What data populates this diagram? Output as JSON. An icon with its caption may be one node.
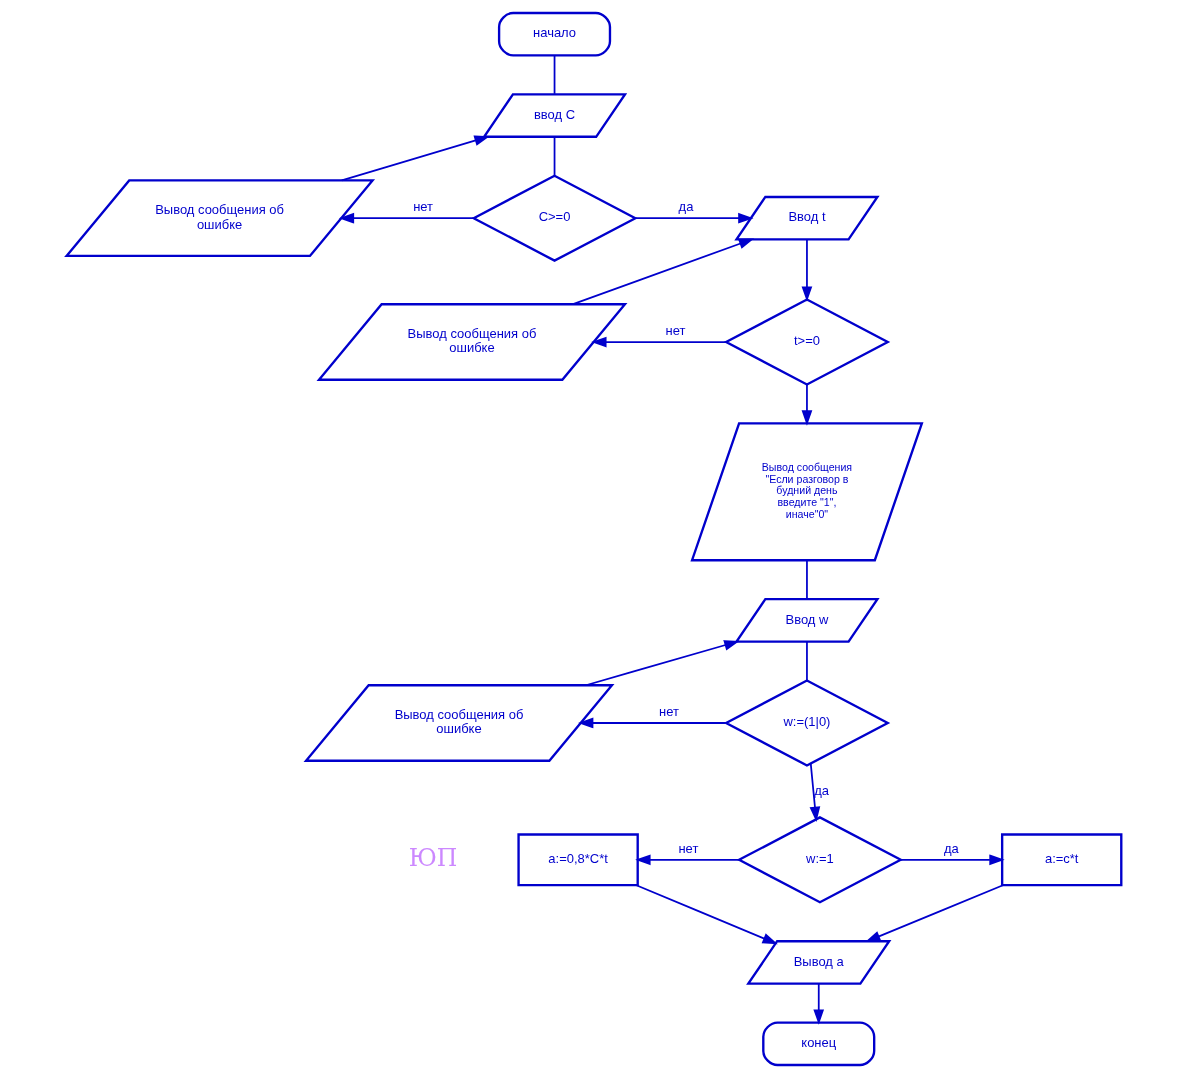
{
  "diagram": {
    "nodes": [
      {
        "text": [
          "начало"
        ]
      },
      {
        "text": [
          "ввод C"
        ]
      },
      {
        "text": [
          "C>=0"
        ]
      },
      {
        "text": [
          "Вывод сообщения об ошибке"
        ]
      },
      {
        "text": [
          "Ввод t"
        ]
      },
      {
        "text": [
          "Вывод сообщения об ошибке"
        ]
      },
      {
        "text": [
          "t>=0"
        ]
      },
      {
        "text": [
          "Вывод сообщения \"Если разговор в будний день введите \"1\", иначе\"0\""
        ]
      },
      {
        "text": [
          "Ввод w"
        ]
      },
      {
        "text": [
          "w:=(1|0)"
        ]
      },
      {
        "text": [
          "Вывод сообщения об ошибке"
        ]
      },
      {
        "text": [
          "w:=1"
        ]
      },
      {
        "text": [
          "a:=0,8*C*t"
        ]
      },
      {
        "text": [
          "a:=c*t"
        ]
      },
      {
        "text": [
          "Вывод а"
        ]
      },
      {
        "text": [
          "конец"
        ]
      }
    ],
    "edges": [
      {
        "from": 0,
        "to": 1,
        "arrow": "none"
      },
      {
        "from": 1,
        "to": 2,
        "arrow": "none"
      },
      {
        "from": 2,
        "to": 3,
        "arrow": "to",
        "label": "нет"
      },
      {
        "from": 3,
        "to": 1,
        "arrow": "to"
      },
      {
        "from": 2,
        "to": 4,
        "arrow": "to",
        "label": "да"
      },
      {
        "from": 5,
        "to": 4,
        "arrow": "to"
      },
      {
        "from": 4,
        "to": 6,
        "arrow": "to"
      },
      {
        "from": 6,
        "to": 5,
        "arrow": "to",
        "label": "нет"
      },
      {
        "from": 6,
        "to": 7,
        "arrow": "to"
      },
      {
        "from": 7,
        "to": 8,
        "arrow": "none"
      },
      {
        "from": 10,
        "to": 8,
        "arrow": "to"
      },
      {
        "from": 8,
        "to": 9,
        "arrow": "none"
      },
      {
        "from": 9,
        "to": 10,
        "arrow": "to",
        "label": "нет"
      },
      {
        "from": 9,
        "to": 11,
        "arrow": "to",
        "label": "да"
      },
      {
        "from": 11,
        "to": 12,
        "arrow": "to",
        "label": "нет"
      },
      {
        "from": 11,
        "to": 13,
        "arrow": "to",
        "label": "да"
      },
      {
        "from": 12,
        "to": 14,
        "arrow": "to"
      },
      {
        "from": 13,
        "to": 14,
        "arrow": "to"
      },
      {
        "from": 14,
        "to": 15,
        "arrow": "to"
      }
    ],
    "labels": [
      "ЮП"
    ]
  }
}
